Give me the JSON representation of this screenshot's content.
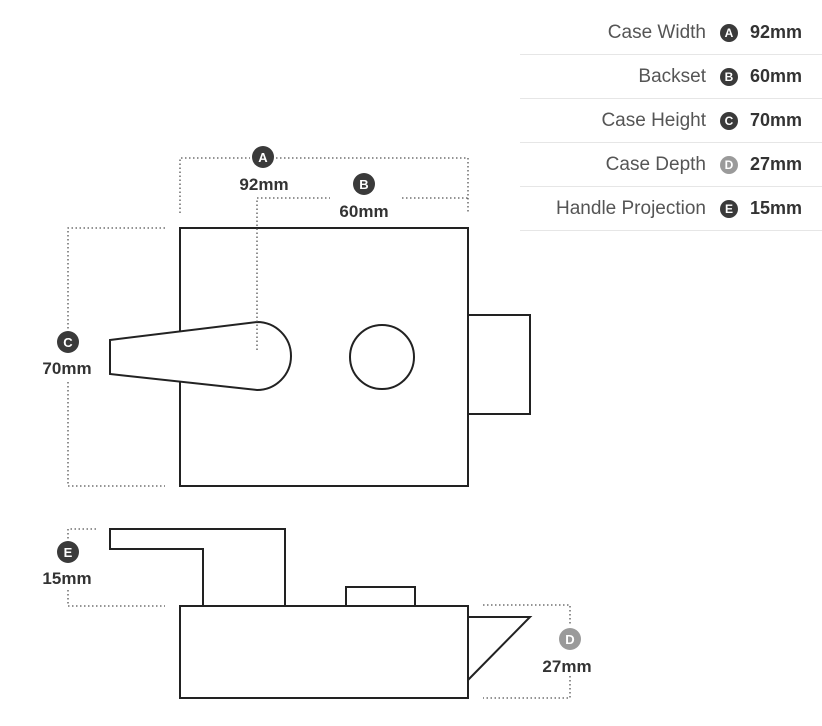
{
  "colors": {
    "badge_dark": "#3a3a3a",
    "badge_light": "#9a9a9a",
    "outline": "#222222"
  },
  "specs": [
    {
      "label": "Case Width",
      "badge": "A",
      "value": "92mm"
    },
    {
      "label": "Backset",
      "badge": "B",
      "value": "60mm"
    },
    {
      "label": "Case Height",
      "badge": "C",
      "value": "70mm"
    },
    {
      "label": "Case Depth",
      "badge": "D",
      "value": "27mm"
    },
    {
      "label": "Handle Projection",
      "badge": "E",
      "value": "15mm"
    }
  ],
  "diagram": {
    "a": {
      "badge": "A",
      "value": "92mm"
    },
    "b": {
      "badge": "B",
      "value": "60mm"
    },
    "c": {
      "badge": "C",
      "value": "70mm"
    },
    "d": {
      "badge": "D",
      "value": "27mm"
    },
    "e": {
      "badge": "E",
      "value": "15mm"
    }
  }
}
